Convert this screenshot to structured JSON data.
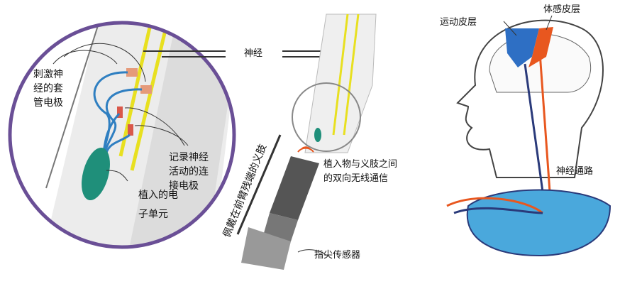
{
  "labels": {
    "nerve": "神经",
    "cuff_electrode": "刺激神\n经的套\n管电极",
    "recording_electrode": "记录神经\n活动的连\n接电极",
    "implant_unit_1": "植入的电",
    "implant_unit_2": "子单元",
    "prosthesis": "佩戴在前臂残端的义肢",
    "wireless": "植入物与义肢之间\n的双向无线通信",
    "fingertip_sensor": "指尖传感器",
    "motor_cortex": "运动皮层",
    "sensory_cortex": "体感皮层",
    "neural_pathway": "神经通路"
  },
  "colors": {
    "circle": "#6a4f96",
    "nerve": "#e8e020",
    "lead": "#2f7fc1",
    "implant": "#1f8f7a",
    "motor": "#2e6fc4",
    "sensory": "#e8571f",
    "spine": "#4aa8dc"
  }
}
